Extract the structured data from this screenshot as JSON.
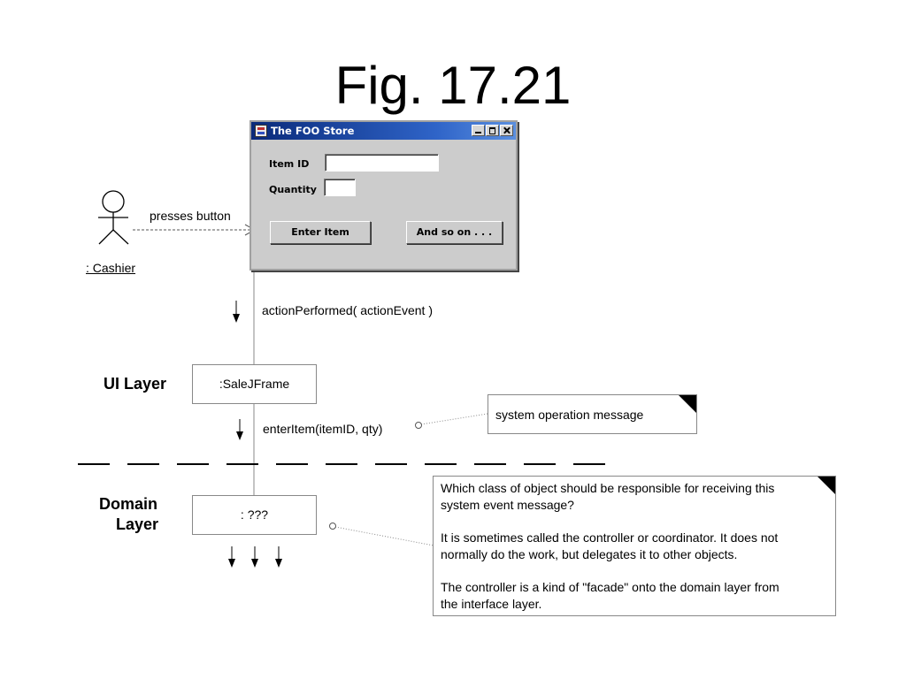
{
  "title": "Fig. 17.21",
  "window": {
    "title": "The FOO Store",
    "item_id_label": "Item ID",
    "item_id_value": "",
    "quantity_label": "Quantity",
    "quantity_value": "",
    "enter_item_label": "Enter Item",
    "and_so_on_label": "And so on . . ."
  },
  "actor": {
    "name": ": Cashier",
    "action_label": "presses button"
  },
  "messages": {
    "action_performed": "actionPerformed( actionEvent )",
    "enter_item": "enterItem(itemID, qty)"
  },
  "layers": {
    "ui": "UI Layer",
    "domain_line1": "Domain",
    "domain_line2": "Layer"
  },
  "objects": {
    "sale_frame": ":SaleJFrame",
    "domain_object": ": ???"
  },
  "notes": {
    "system_message": "system operation message",
    "controller_p1_line1": "Which class of object should be responsible for receiving this",
    "controller_p1_line2": "system event message?",
    "controller_p2_line1": "It is sometimes called the controller or coordinator. It does not",
    "controller_p2_line2": "normally do the work, but delegates it to other objects.",
    "controller_p3_line1": "The controller is a kind of \"facade\" onto the domain layer from",
    "controller_p3_line2": "the interface layer."
  },
  "colors": {
    "titlebar_start": "#0a2a7a",
    "titlebar_end": "#5a8fe0",
    "window_bg": "#cccccc"
  }
}
